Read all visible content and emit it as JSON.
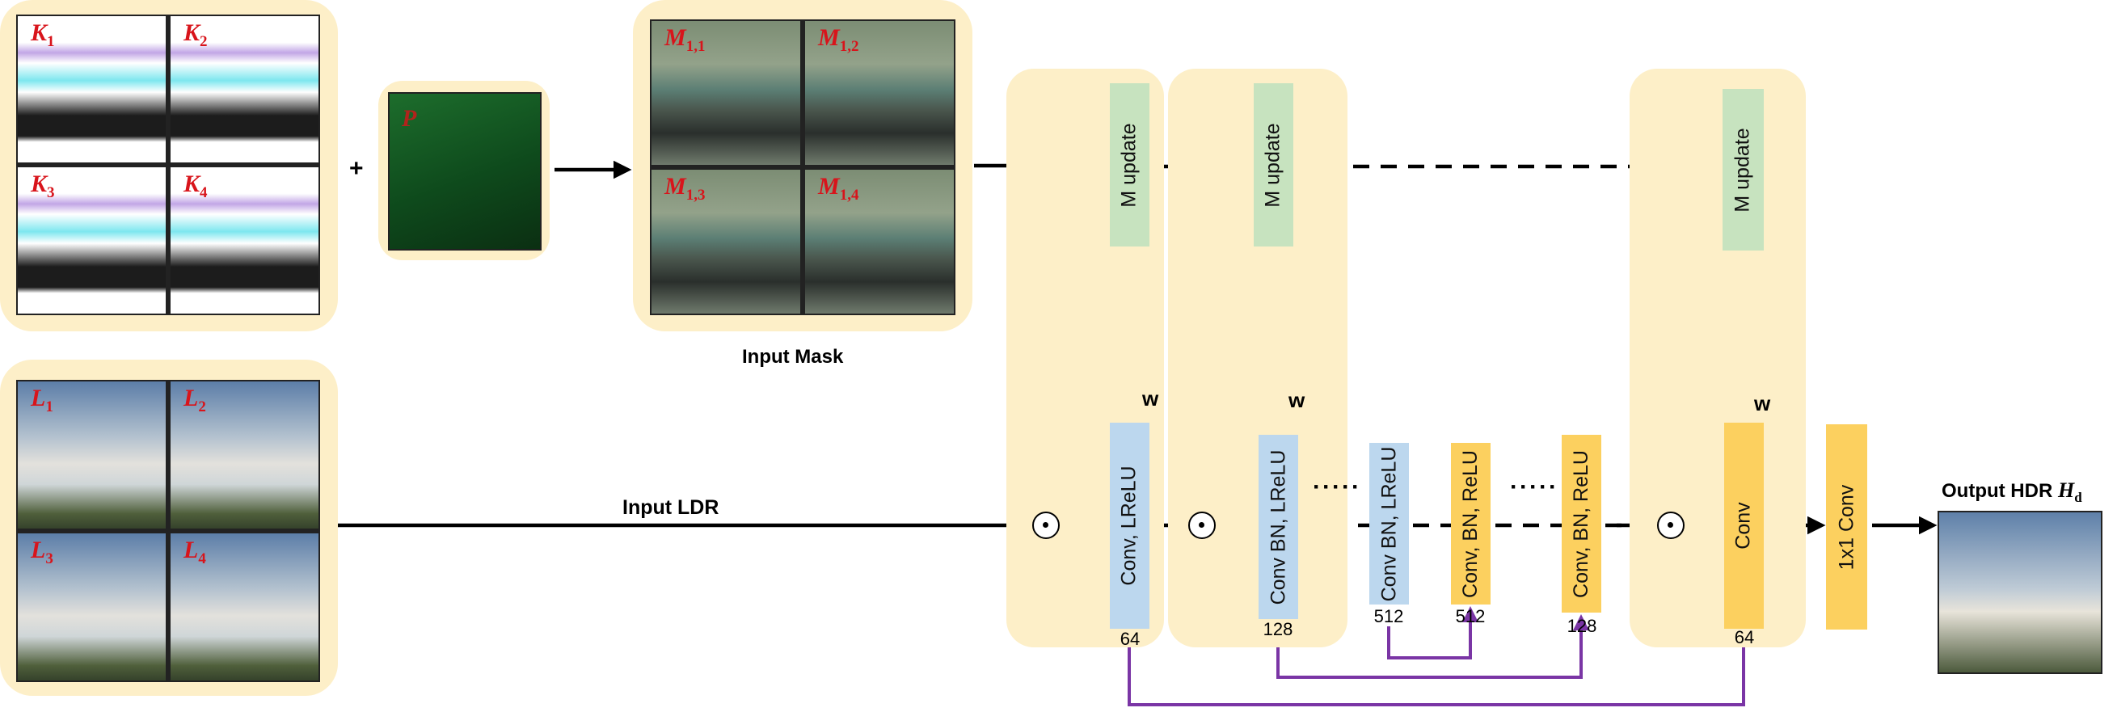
{
  "kernels": [
    {
      "sym": "K",
      "sub": "1"
    },
    {
      "sym": "K",
      "sub": "2"
    },
    {
      "sym": "K",
      "sub": "3"
    },
    {
      "sym": "K",
      "sub": "4"
    }
  ],
  "plus_sign": "+",
  "p_label": {
    "sym": "P",
    "sub": ""
  },
  "masks": [
    {
      "sym": "M",
      "sub": "1,1"
    },
    {
      "sym": "M",
      "sub": "1,2"
    },
    {
      "sym": "M",
      "sub": "1,3"
    },
    {
      "sym": "M",
      "sub": "1,4"
    }
  ],
  "input_mask_label": "Input Mask",
  "ldr": [
    {
      "sym": "L",
      "sub": "1"
    },
    {
      "sym": "L",
      "sub": "2"
    },
    {
      "sym": "L",
      "sub": "3"
    },
    {
      "sym": "L",
      "sub": "4"
    }
  ],
  "input_ldr_label": "Input LDR",
  "m_update_label": "M update",
  "w_label": "w",
  "ellipsis": "·····",
  "layers": [
    {
      "label": "Conv, LReLU",
      "channels": "64"
    },
    {
      "label": "Conv BN, LReLU",
      "channels": "128"
    },
    {
      "label": "Conv BN, LReLU",
      "channels": "512"
    },
    {
      "label": "Conv, BN, ReLU",
      "channels": "512"
    },
    {
      "label": "Conv, BN, ReLU",
      "channels": "128"
    },
    {
      "label": "Conv",
      "channels": "64"
    }
  ],
  "final_conv_label": "1x1 Conv",
  "output": {
    "text": "Output HDR ",
    "sym": "H",
    "sub": "d"
  },
  "colors": {
    "panel": "#fdefc8",
    "encoder": "#bcd7ee",
    "decoder": "#fcd05f",
    "mask_update": "#c7e3bf",
    "skip": "#7a35a5",
    "label_red": "#d8141b"
  }
}
